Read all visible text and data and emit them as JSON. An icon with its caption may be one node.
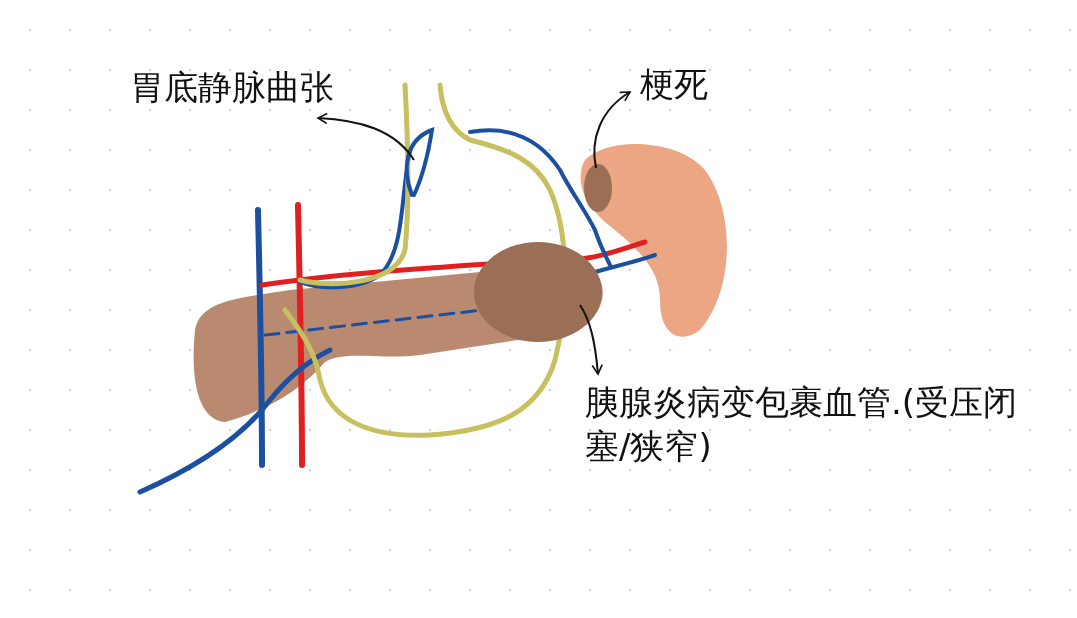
{
  "diagram": {
    "nodes": [
      {
        "text": [
          "胃底静脉曲张"
        ]
      },
      {
        "text": [],
        "shape": "picture"
      },
      {
        "text": [
          "梗死"
        ]
      },
      {
        "text": [],
        "shape": "circle"
      },
      {
        "text": [],
        "shape": "circle"
      },
      {
        "text": [
          "胰腺炎病变包裹血管.(受压闭塞/狭窄)"
        ]
      }
    ],
    "edges": [
      {
        "from": 1,
        "to": 0,
        "arrow": "to"
      },
      {
        "from": 3,
        "to": 2,
        "arrow": "to"
      },
      {
        "from": 4,
        "to": 5,
        "arrow": "to"
      }
    ]
  }
}
